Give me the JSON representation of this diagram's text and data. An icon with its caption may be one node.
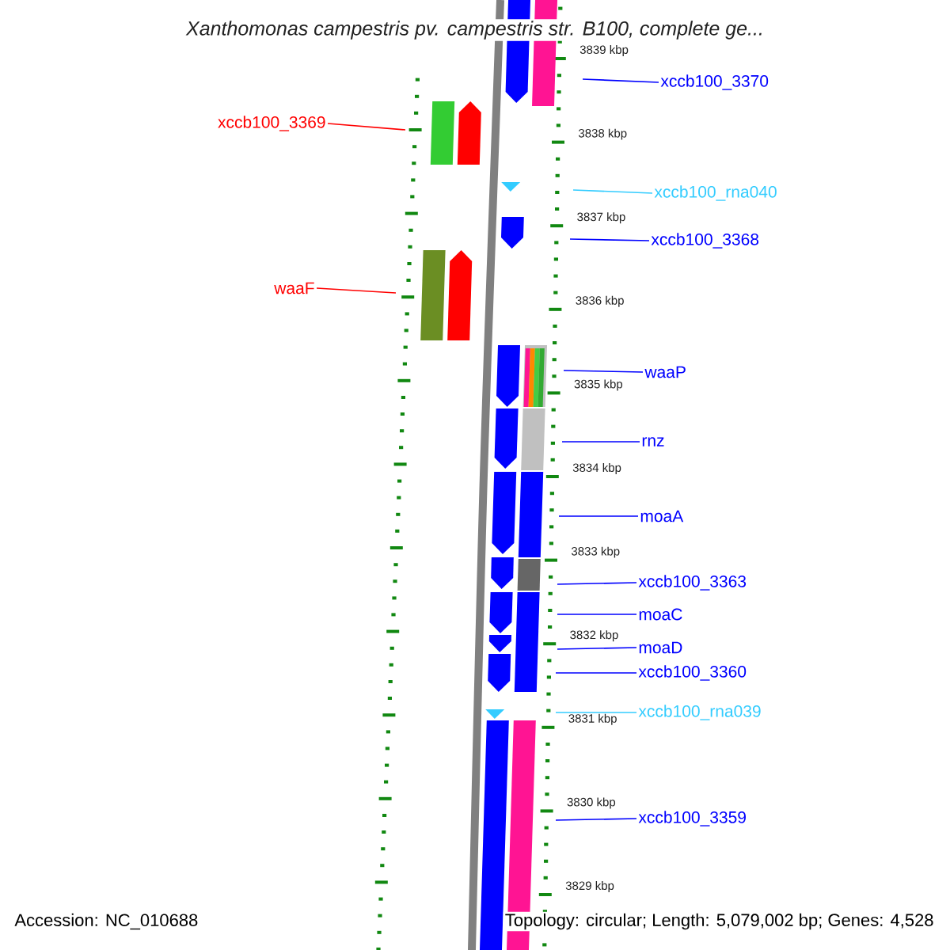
{
  "diagram": {
    "title": "Xanthomonas campestris pv. campestris str. B100, complete ge...",
    "nodes": [
      {
        "text": [
          "xccb100_3370"
        ]
      },
      {
        "text": [
          "xccb100_3369"
        ]
      },
      {
        "text": [
          "xccb100_rna040"
        ]
      },
      {
        "text": [
          "xccb100_3368"
        ]
      },
      {
        "text": [
          "waaF"
        ]
      },
      {
        "text": [
          "waaP"
        ]
      },
      {
        "text": [
          "rnz"
        ]
      },
      {
        "text": [
          "moaA"
        ]
      },
      {
        "text": [
          "xccb100_3363"
        ]
      },
      {
        "text": [
          "moaC"
        ]
      },
      {
        "text": [
          "moaD"
        ]
      },
      {
        "text": [
          "xccb100_3360"
        ]
      },
      {
        "text": [
          "xccb100_rna039"
        ]
      },
      {
        "text": [
          "xccb100_3359"
        ]
      }
    ],
    "edges": [
      {
        "from": 0,
        "to": null,
        "arrow": "none"
      },
      {
        "from": 1,
        "to": null,
        "arrow": "none",
        "color": "#ff0000"
      },
      {
        "from": 2,
        "to": null,
        "arrow": "none",
        "color": "#33ccff"
      },
      {
        "from": 3,
        "to": null,
        "arrow": "none"
      },
      {
        "from": 4,
        "to": null,
        "arrow": "none",
        "color": "#ff0000"
      },
      {
        "from": 5,
        "to": null,
        "arrow": "none"
      },
      {
        "from": 6,
        "to": null,
        "arrow": "none"
      },
      {
        "from": 7,
        "to": null,
        "arrow": "none"
      },
      {
        "from": 8,
        "to": null,
        "arrow": "none"
      },
      {
        "from": 9,
        "to": null,
        "arrow": "none"
      },
      {
        "from": 10,
        "to": null,
        "arrow": "none"
      },
      {
        "from": 11,
        "to": null,
        "arrow": "none"
      },
      {
        "from": 12,
        "to": null,
        "arrow": "none",
        "color": "#33ccff"
      },
      {
        "from": 13,
        "to": null,
        "arrow": "none"
      }
    ],
    "labels": [
      "3839 kbp",
      "3838 kbp",
      "3837 kbp",
      "3836 kbp",
      "3835 kbp",
      "3834 kbp",
      "3833 kbp",
      "3832 kbp",
      "3831 kbp",
      "3830 kbp",
      "3829 kbp",
      "Accession: NC_010688",
      "Topology: circular; Length: 5,079,002 bp; Genes: 4,528"
    ]
  }
}
